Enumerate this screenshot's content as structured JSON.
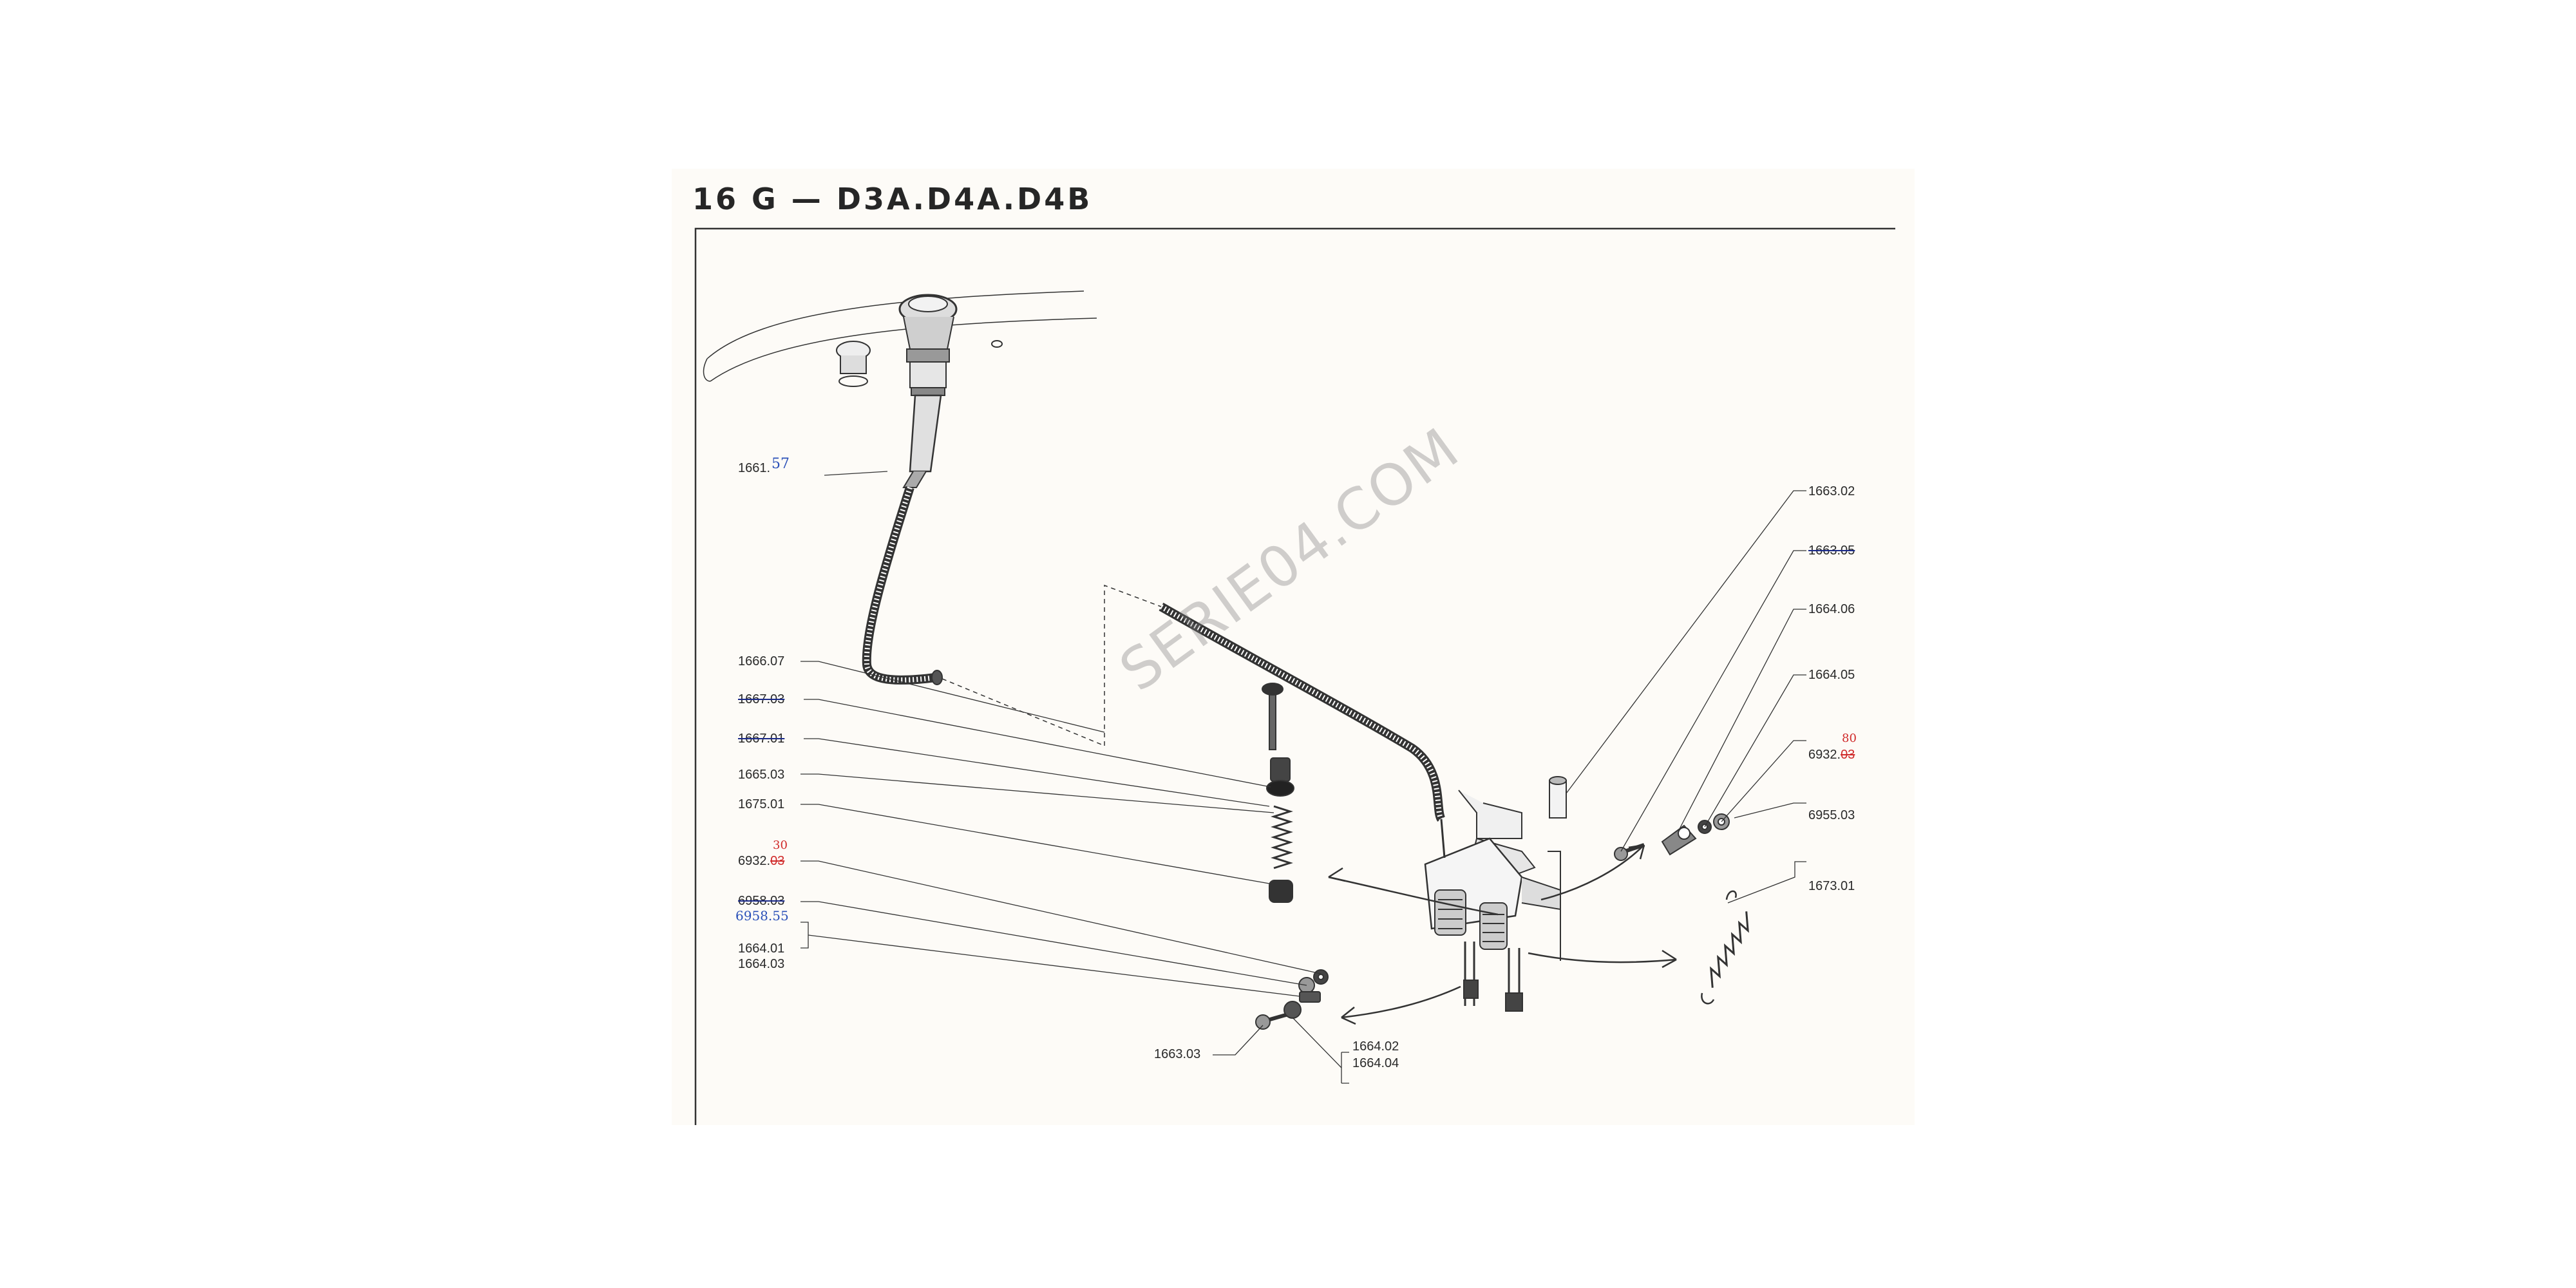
{
  "page": {
    "heading": "16 G — D3A.D4A.D4B",
    "watermark": "SERIE04.COM"
  },
  "labels_left": {
    "l_1661": "1661.",
    "l_1661_hand": "57",
    "l_1666_07": "1666.07",
    "l_1667_03": "1667.03",
    "l_1667_01": "1667.01",
    "l_1665_03": "1665.03",
    "l_1675_01": "1675.01",
    "l_6932_a": "6932.",
    "l_6932_a_old": "03",
    "l_6932_a_hand": "30",
    "l_6958": "6958.03",
    "l_6958_hand": "6958.55",
    "l_1664_01": "1664.01",
    "l_1664_03": "1664.03",
    "l_1663_03": "1663.03",
    "l_1664_02": "1664.02",
    "l_1664_04": "1664.04"
  },
  "labels_right": {
    "r_1663_02": "1663.02",
    "r_1663_05": "1663.05",
    "r_1664_06": "1664.06",
    "r_1664_05": "1664.05",
    "r_6932": "6932.",
    "r_6932_old": "03",
    "r_6932_hand": "80",
    "r_6955_03": "6955.03",
    "r_1673_01": "1673.01"
  },
  "colors": {
    "ink": "#2a2a2a",
    "hand_blue": "#2a50b8",
    "hand_red": "#d02a2a",
    "paper": "#fdfbf7"
  }
}
